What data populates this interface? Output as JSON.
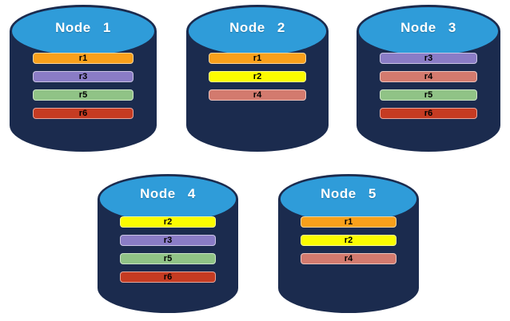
{
  "diagram": {
    "nodes": [
      {
        "label": "Node 1",
        "replicas": [
          "r1",
          "r3",
          "r5",
          "r6"
        ]
      },
      {
        "label": "Node 2",
        "replicas": [
          "r1",
          "r2",
          "r4"
        ]
      },
      {
        "label": "Node 3",
        "replicas": [
          "r3",
          "r4",
          "r5",
          "r6"
        ]
      },
      {
        "label": "Node 4",
        "replicas": [
          "r2",
          "r3",
          "r5",
          "r6"
        ]
      },
      {
        "label": "Node 5",
        "replicas": [
          "r1",
          "r2",
          "r4"
        ]
      }
    ],
    "colors": {
      "background": "#FFFFFF",
      "cylinder_body": "#1B2B4E",
      "cylinder_top": "#2F9CD9",
      "node_label_text": "#FFFFFF",
      "replica_label_text": "#000000",
      "replicas": {
        "r1": "#F9A01B",
        "r2": "#FCFC00",
        "r3": "#8A7CC6",
        "r4": "#D37A6E",
        "r5": "#90C386",
        "r6": "#C53B22"
      }
    }
  }
}
